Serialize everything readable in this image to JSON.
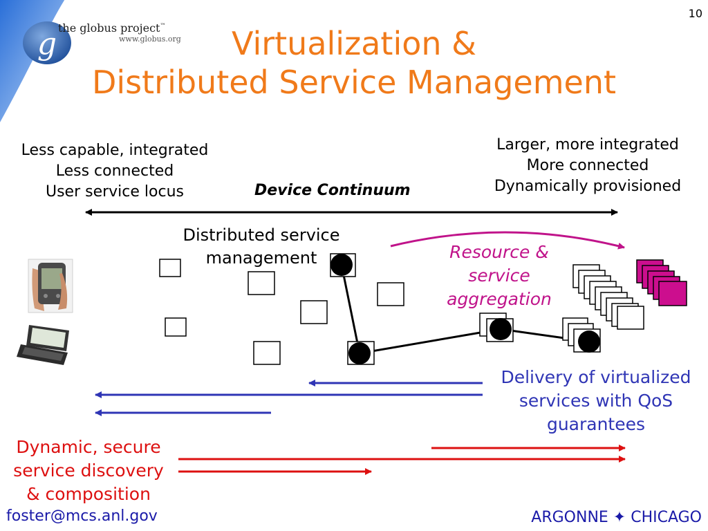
{
  "slide_number": "10",
  "logo": {
    "name": "the globus project",
    "trademark": "™",
    "url": "www.globus.org",
    "letter": "g"
  },
  "title": {
    "line1": "Virtualization &",
    "line2": "Distributed Service Management"
  },
  "left_block": [
    "Less capable, integrated",
    "Less connected",
    "User service locus"
  ],
  "right_block": [
    "Larger, more integrated",
    "More connected",
    "Dynamically provisioned"
  ],
  "continuum_label": "Device Continuum",
  "dsm_label": [
    "Distributed service",
    "management"
  ],
  "aggregation_label": [
    "Resource &",
    "service",
    "aggregation"
  ],
  "delivery_label": [
    "Delivery of virtualized",
    "services with QoS",
    "guarantees"
  ],
  "discovery_label": [
    "Dynamic, secure",
    "service discovery",
    "& composition"
  ],
  "footer_left": "foster@mcs.anl.gov",
  "footer_right": "ARGONNE ✦ CHICAGO",
  "colors": {
    "title": "#f07a1a",
    "aggregation": "#c0138a",
    "delivery": "#2f35b5",
    "discovery": "#dd1010",
    "corner": "#3d7fe0"
  },
  "icons": [
    "pda-device-icon",
    "laptop-device-icon"
  ]
}
